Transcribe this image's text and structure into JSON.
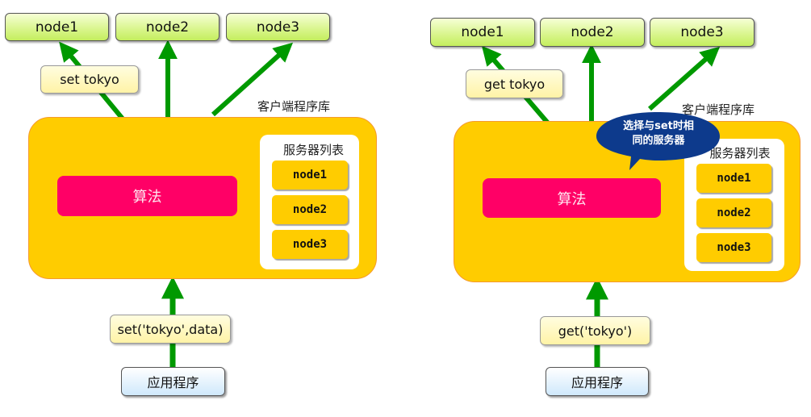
{
  "panels": [
    {
      "id": "set",
      "cluster_nodes": [
        "node1",
        "node2",
        "node3"
      ],
      "op_label": "set tokyo",
      "library_title": "客户端程序库",
      "algorithm_label": "算法",
      "server_list_title": "服务器列表",
      "server_list": [
        "node1",
        "node2",
        "node3"
      ],
      "call_label": "set('tokyo',data)",
      "app_label": "应用程序"
    },
    {
      "id": "get",
      "cluster_nodes": [
        "node1",
        "node2",
        "node3"
      ],
      "op_label": "get tokyo",
      "library_title": "客户端程序库",
      "algorithm_label": "算法",
      "server_list_title": "服务器列表",
      "server_list": [
        "node1",
        "node2",
        "node3"
      ],
      "call_label": "get('tokyo')",
      "app_label": "应用程序",
      "callout": [
        "选择与set时相",
        "同的服务器"
      ]
    }
  ],
  "colors": {
    "arrow": "#009900",
    "library": "#ffcc00",
    "algorithm": "#ff0066",
    "callout": "#0d3a8c"
  }
}
